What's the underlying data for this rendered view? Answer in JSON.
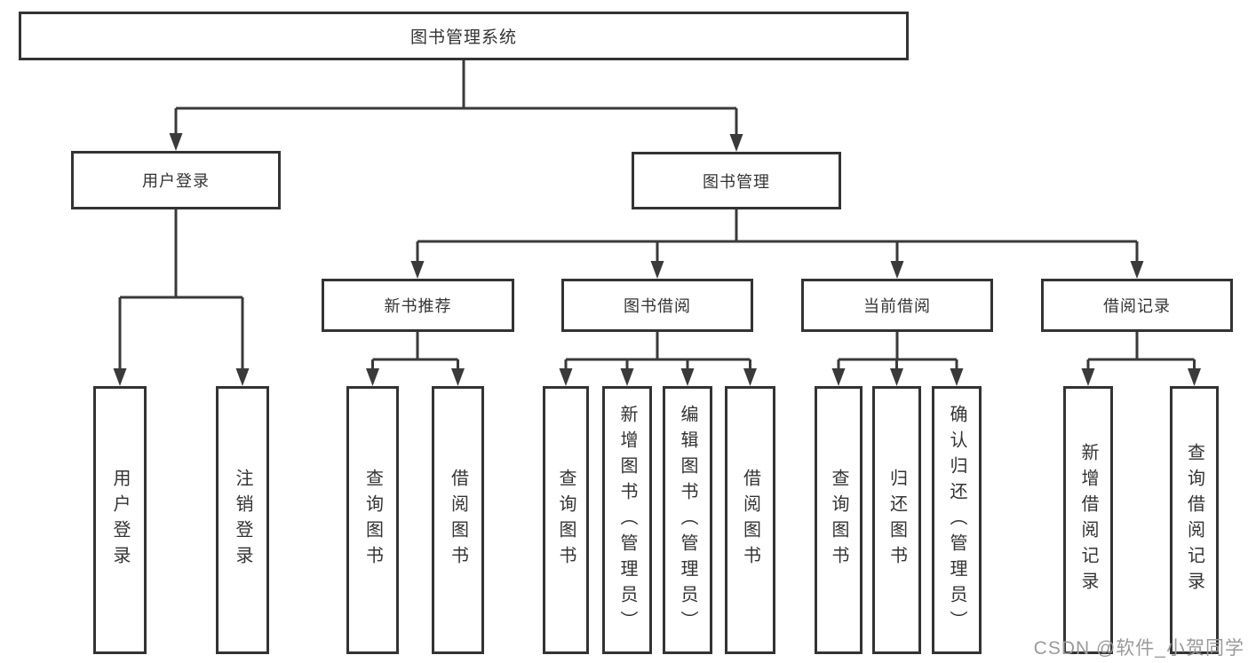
{
  "diagram": {
    "root": {
      "label": "图书管理系统"
    },
    "branches": [
      {
        "label": "用户登录",
        "children": [
          {
            "label": "用户登录"
          },
          {
            "label": "注销登录"
          }
        ]
      },
      {
        "label": "图书管理",
        "children": [
          {
            "label": "新书推荐",
            "children": [
              {
                "label": "查询图书"
              },
              {
                "label": "借阅图书"
              }
            ]
          },
          {
            "label": "图书借阅",
            "children": [
              {
                "label": "查询图书"
              },
              {
                "label": "新增图书（管理员）"
              },
              {
                "label": "编辑图书（管理员）"
              },
              {
                "label": "借阅图书"
              }
            ]
          },
          {
            "label": "当前借阅",
            "children": [
              {
                "label": "查询图书"
              },
              {
                "label": "归还图书"
              },
              {
                "label": "确认归还（管理员）"
              }
            ]
          },
          {
            "label": "借阅记录",
            "children": [
              {
                "label": "新增借阅记录"
              },
              {
                "label": "查询借阅记录"
              }
            ]
          }
        ]
      }
    ]
  },
  "watermark": {
    "text": "CSDN @软件_小贺同学"
  },
  "colors": {
    "line": "#3a3a3a",
    "border": "#333333",
    "text": "#333333",
    "background": "#ffffff",
    "watermark": "#9a9a9a"
  }
}
